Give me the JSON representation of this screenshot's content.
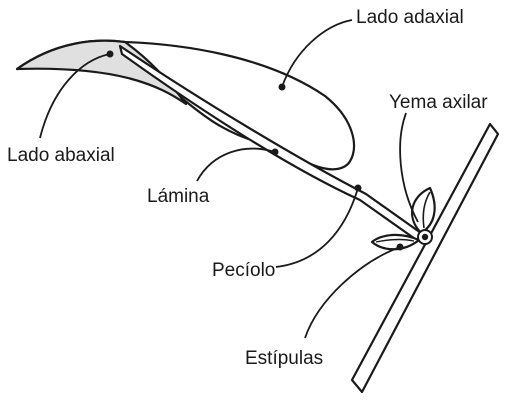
{
  "labels": {
    "adaxial": "Lado adaxial",
    "abaxial": "Lado abaxial",
    "lamina": "Lámina",
    "peciolo": "Pecíolo",
    "yema": "Yema axilar",
    "estipulas": "Estípulas"
  },
  "colors": {
    "line": "#1a1a1a",
    "leaf_fill": "#ffffff",
    "abaxial_fill": "#e0e0e0",
    "text": "#1a1a1a"
  }
}
